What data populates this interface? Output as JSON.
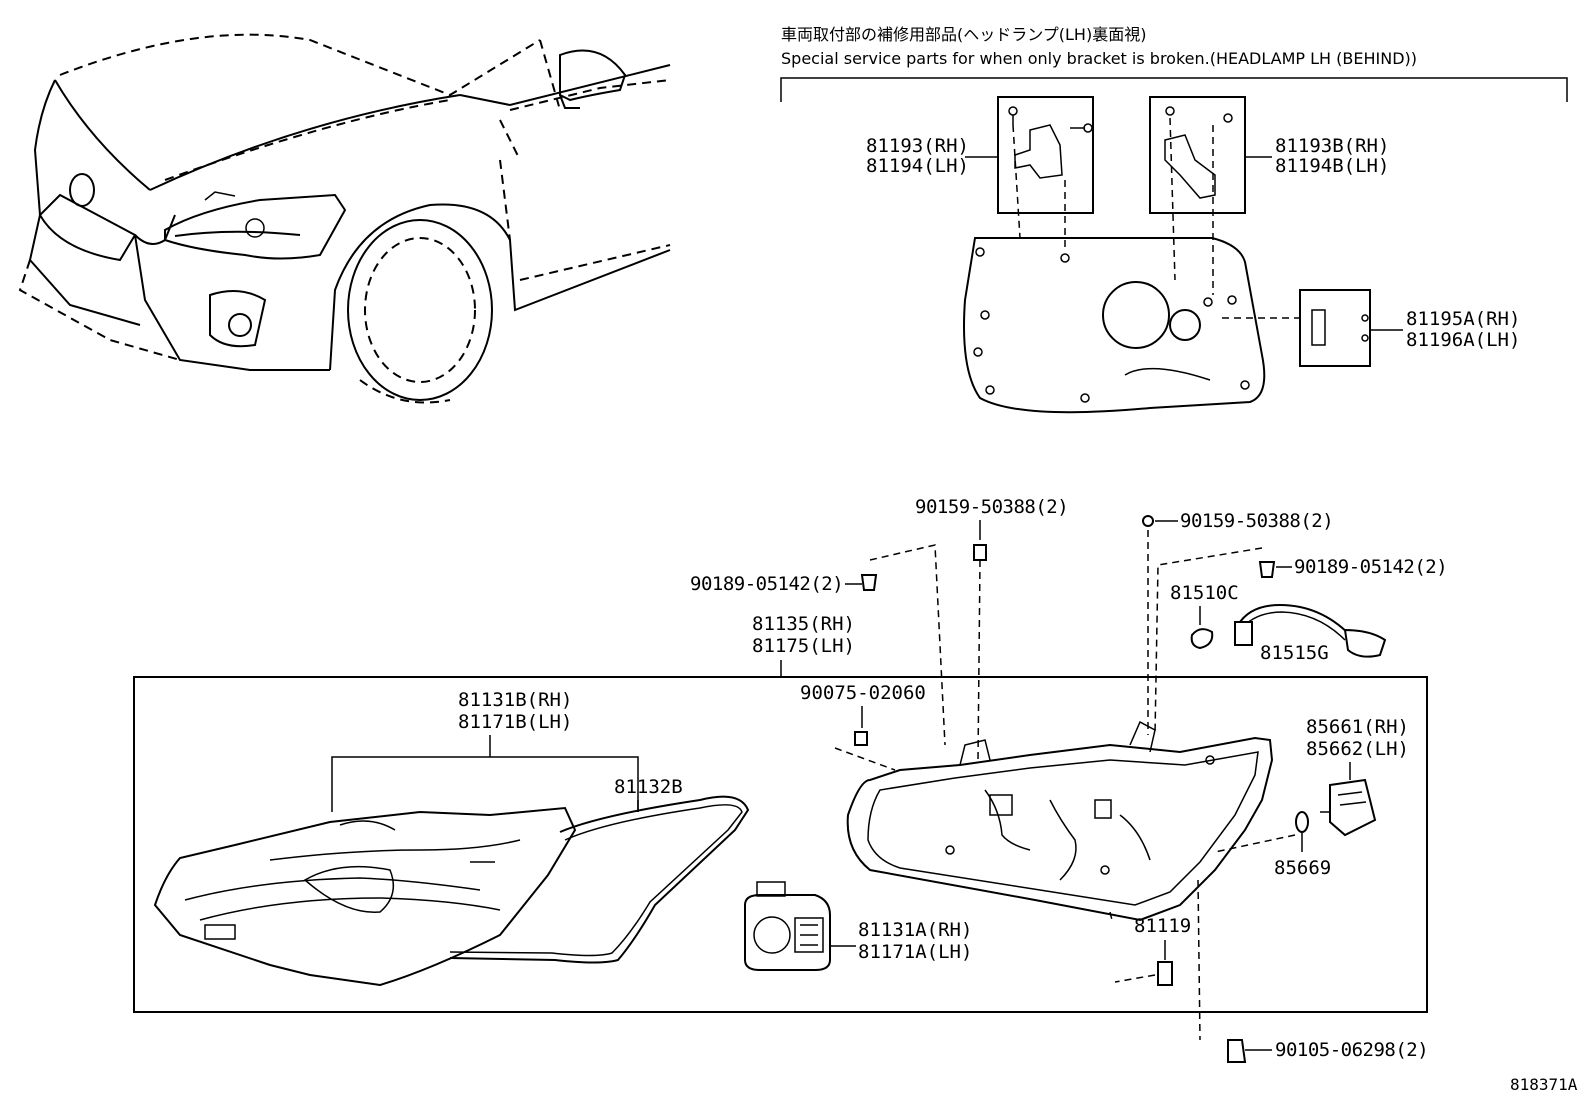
{
  "header": {
    "line_jp": "車両取付部の補修用部品(ヘッドランプ(LH)裏面視)",
    "line_en": "Special service parts for when only bracket is broken.(HEADLAMP LH (BEHIND))"
  },
  "labels": {
    "p81193": "81193(RH)",
    "p81194": "81194(LH)",
    "p81193b": "81193B(RH)",
    "p81194b": "81194B(LH)",
    "p81195a": "81195A(RH)",
    "p81196a": "81196A(LH)",
    "p90159_a": "90159-50388(2)",
    "p90159_b": "90159-50388(2)",
    "p90189_a": "90189-05142(2)",
    "p90189_b": "90189-05142(2)",
    "p81510c": "81510C",
    "p81515g": "81515G",
    "p81135": "81135(RH)",
    "p81175": "81175(LH)",
    "p90075": "90075-02060",
    "p81131b": "81131B(RH)",
    "p81171b": "81171B(LH)",
    "p81132b": "81132B",
    "p85661": "85661(RH)",
    "p85662": "85662(LH)",
    "p85669": "85669",
    "p81119": "81119",
    "p81131a": "81131A(RH)",
    "p81171a": "81171A(LH)",
    "p90105": "90105-06298(2)"
  },
  "diagram_id": "818371A"
}
